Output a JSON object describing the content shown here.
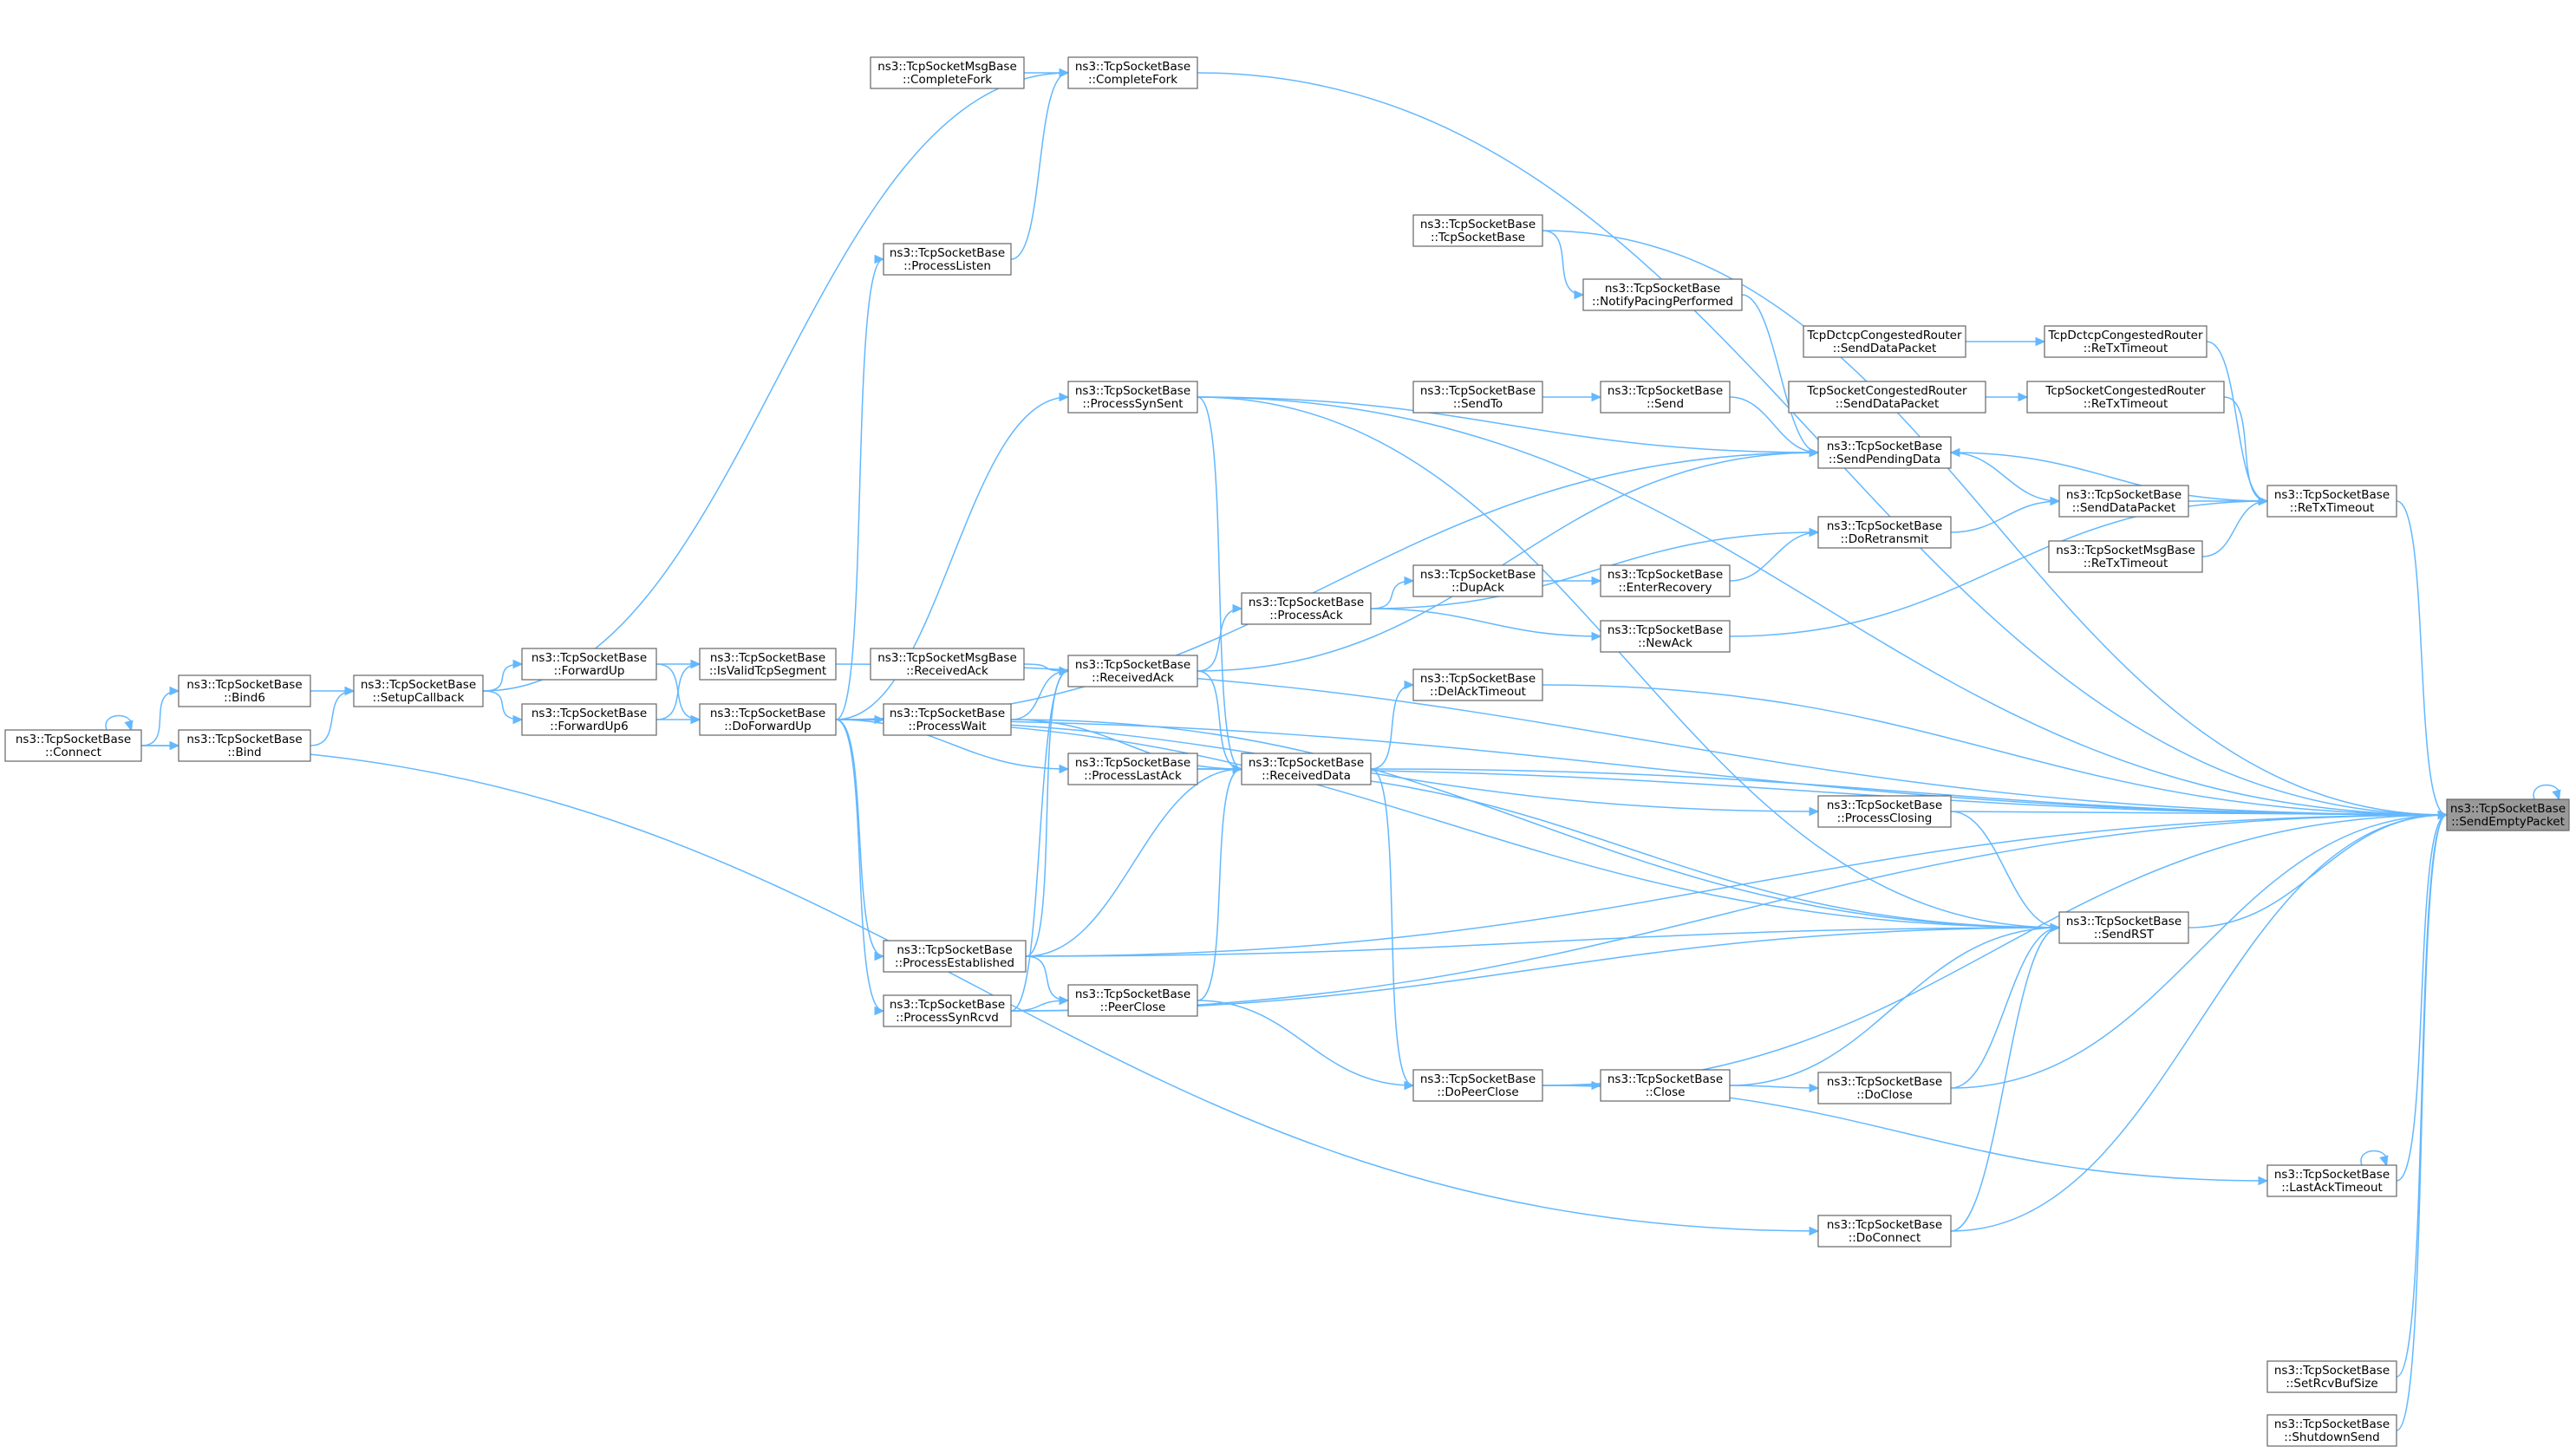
{
  "diagram": {
    "root": "n_root",
    "colors": {
      "edge": "#63b8ff",
      "node_border": "#666666",
      "root_fill": "#999999",
      "node_fill": "#ffffff"
    },
    "nodes": [
      {
        "id": "n_root",
        "lines": [
          "ns3::TcpSocketBase",
          "::SendEmptyPacket"
        ]
      },
      {
        "id": "n_connect",
        "lines": [
          "ns3::TcpSocketBase",
          "::Connect"
        ]
      },
      {
        "id": "n_bind6",
        "lines": [
          "ns3::TcpSocketBase",
          "::Bind6"
        ]
      },
      {
        "id": "n_bind",
        "lines": [
          "ns3::TcpSocketBase",
          "::Bind"
        ]
      },
      {
        "id": "n_setcb",
        "lines": [
          "ns3::TcpSocketBase",
          "::SetupCallback"
        ]
      },
      {
        "id": "n_fwdup",
        "lines": [
          "ns3::TcpSocketBase",
          "::ForwardUp"
        ]
      },
      {
        "id": "n_fwdup6",
        "lines": [
          "ns3::TcpSocketBase",
          "::ForwardUp6"
        ]
      },
      {
        "id": "n_isvalid",
        "lines": [
          "ns3::TcpSocketBase",
          "::IsValidTcpSegment"
        ]
      },
      {
        "id": "n_dofwd",
        "lines": [
          "ns3::TcpSocketBase",
          "::DoForwardUp"
        ]
      },
      {
        "id": "n_msgfork",
        "lines": [
          "ns3::TcpSocketMsgBase",
          "::CompleteFork"
        ]
      },
      {
        "id": "n_fork",
        "lines": [
          "ns3::TcpSocketBase",
          "::CompleteFork"
        ]
      },
      {
        "id": "n_listen",
        "lines": [
          "ns3::TcpSocketBase",
          "::ProcessListen"
        ]
      },
      {
        "id": "n_synsent",
        "lines": [
          "ns3::TcpSocketBase",
          "::ProcessSynSent"
        ]
      },
      {
        "id": "n_msgrecack",
        "lines": [
          "ns3::TcpSocketMsgBase",
          "::ReceivedAck"
        ]
      },
      {
        "id": "n_wait",
        "lines": [
          "ns3::TcpSocketBase",
          "::ProcessWait"
        ]
      },
      {
        "id": "n_est",
        "lines": [
          "ns3::TcpSocketBase",
          "::ProcessEstablished"
        ]
      },
      {
        "id": "n_synrcvd",
        "lines": [
          "ns3::TcpSocketBase",
          "::ProcessSynRcvd"
        ]
      },
      {
        "id": "n_recack",
        "lines": [
          "ns3::TcpSocketBase",
          "::ReceivedAck"
        ]
      },
      {
        "id": "n_lastack",
        "lines": [
          "ns3::TcpSocketBase",
          "::ProcessLastAck"
        ]
      },
      {
        "id": "n_peerclose",
        "lines": [
          "ns3::TcpSocketBase",
          "::PeerClose"
        ]
      },
      {
        "id": "n_tsb",
        "lines": [
          "ns3::TcpSocketBase",
          "::TcpSocketBase"
        ]
      },
      {
        "id": "n_sendto",
        "lines": [
          "ns3::TcpSocketBase",
          "::SendTo"
        ]
      },
      {
        "id": "n_procack",
        "lines": [
          "ns3::TcpSocketBase",
          "::ProcessAck"
        ]
      },
      {
        "id": "n_recdata",
        "lines": [
          "ns3::TcpSocketBase",
          "::ReceivedData"
        ]
      },
      {
        "id": "n_dupack",
        "lines": [
          "ns3::TcpSocketBase",
          "::DupAck"
        ]
      },
      {
        "id": "n_delack",
        "lines": [
          "ns3::TcpSocketBase",
          "::DelAckTimeout"
        ]
      },
      {
        "id": "n_doPeerClose",
        "lines": [
          "ns3::TcpSocketBase",
          "::DoPeerClose"
        ]
      },
      {
        "id": "n_pacing",
        "lines": [
          "ns3::TcpSocketBase",
          "::NotifyPacingPerformed"
        ]
      },
      {
        "id": "n_send",
        "lines": [
          "ns3::TcpSocketBase",
          "::Send"
        ]
      },
      {
        "id": "n_enterrec",
        "lines": [
          "ns3::TcpSocketBase",
          "::EnterRecovery"
        ]
      },
      {
        "id": "n_newack",
        "lines": [
          "ns3::TcpSocketBase",
          "::NewAck"
        ]
      },
      {
        "id": "n_close",
        "lines": [
          "ns3::TcpSocketBase",
          "::Close"
        ]
      },
      {
        "id": "n_dctcp_sdp",
        "lines": [
          "TcpDctcpCongestedRouter",
          "::SendDataPacket"
        ]
      },
      {
        "id": "n_cong_sdp",
        "lines": [
          "TcpSocketCongestedRouter",
          "::SendDataPacket"
        ]
      },
      {
        "id": "n_sendpend",
        "lines": [
          "ns3::TcpSocketBase",
          "::SendPendingData"
        ]
      },
      {
        "id": "n_doretrans",
        "lines": [
          "ns3::TcpSocketBase",
          "::DoRetransmit"
        ]
      },
      {
        "id": "n_procclosing",
        "lines": [
          "ns3::TcpSocketBase",
          "::ProcessClosing"
        ]
      },
      {
        "id": "n_doclose",
        "lines": [
          "ns3::TcpSocketBase",
          "::DoClose"
        ]
      },
      {
        "id": "n_doconnect",
        "lines": [
          "ns3::TcpSocketBase",
          "::DoConnect"
        ]
      },
      {
        "id": "n_dctcp_rtx",
        "lines": [
          "TcpDctcpCongestedRouter",
          "::ReTxTimeout"
        ]
      },
      {
        "id": "n_cong_rtx",
        "lines": [
          "TcpSocketCongestedRouter",
          "::ReTxTimeout"
        ]
      },
      {
        "id": "n_sdp",
        "lines": [
          "ns3::TcpSocketBase",
          "::SendDataPacket"
        ]
      },
      {
        "id": "n_msg_rtx",
        "lines": [
          "ns3::TcpSocketMsgBase",
          "::ReTxTimeout"
        ]
      },
      {
        "id": "n_sendrst",
        "lines": [
          "ns3::TcpSocketBase",
          "::SendRST"
        ]
      },
      {
        "id": "n_rtx",
        "lines": [
          "ns3::TcpSocketBase",
          "::ReTxTimeout"
        ]
      },
      {
        "id": "n_lastacktimeout",
        "lines": [
          "ns3::TcpSocketBase",
          "::LastAckTimeout"
        ]
      },
      {
        "id": "n_setrcvbuf",
        "lines": [
          "ns3::TcpSocketBase",
          "::SetRcvBufSize"
        ]
      },
      {
        "id": "n_shutdown",
        "lines": [
          "ns3::TcpSocketBase",
          "::ShutdownSend"
        ]
      }
    ],
    "edges": [
      [
        "n_root",
        "n_root"
      ],
      [
        "n_root",
        "n_fork"
      ],
      [
        "n_root",
        "n_tsb"
      ],
      [
        "n_root",
        "n_isvalid"
      ],
      [
        "n_root",
        "n_synsent"
      ],
      [
        "n_root",
        "n_recdata"
      ],
      [
        "n_root",
        "n_lastack"
      ],
      [
        "n_root",
        "n_procclosing"
      ],
      [
        "n_root",
        "n_sendrst"
      ],
      [
        "n_root",
        "n_doclose"
      ],
      [
        "n_root",
        "n_doPeerClose"
      ],
      [
        "n_root",
        "n_doconnect"
      ],
      [
        "n_root",
        "n_est"
      ],
      [
        "n_root",
        "n_synrcvd"
      ],
      [
        "n_root",
        "n_rtx"
      ],
      [
        "n_root",
        "n_lastacktimeout"
      ],
      [
        "n_root",
        "n_setrcvbuf"
      ],
      [
        "n_root",
        "n_shutdown"
      ],
      [
        "n_root",
        "n_delack"
      ],
      [
        "n_root",
        "n_dofwd"
      ],
      [
        "n_fork",
        "n_msgfork"
      ],
      [
        "n_fork",
        "n_setcb"
      ],
      [
        "n_fork",
        "n_listen"
      ],
      [
        "n_setcb",
        "n_bind6"
      ],
      [
        "n_setcb",
        "n_bind"
      ],
      [
        "n_bind6",
        "n_connect"
      ],
      [
        "n_bind",
        "n_connect"
      ],
      [
        "n_connect",
        "n_connect"
      ],
      [
        "n_fwdup",
        "n_setcb"
      ],
      [
        "n_fwdup6",
        "n_setcb"
      ],
      [
        "n_isvalid",
        "n_fwdup"
      ],
      [
        "n_isvalid",
        "n_fwdup6"
      ],
      [
        "n_dofwd",
        "n_fwdup"
      ],
      [
        "n_dofwd",
        "n_fwdup6"
      ],
      [
        "n_listen",
        "n_dofwd"
      ],
      [
        "n_synsent",
        "n_dofwd"
      ],
      [
        "n_wait",
        "n_dofwd"
      ],
      [
        "n_est",
        "n_dofwd"
      ],
      [
        "n_synrcvd",
        "n_dofwd"
      ],
      [
        "n_lastack",
        "n_dofwd"
      ],
      [
        "n_procclosing",
        "n_dofwd"
      ],
      [
        "n_sendpend",
        "n_dofwd"
      ],
      [
        "n_recack",
        "n_msgrecack"
      ],
      [
        "n_recack",
        "n_wait"
      ],
      [
        "n_recack",
        "n_est"
      ],
      [
        "n_recack",
        "n_synrcvd"
      ],
      [
        "n_recdata",
        "n_recack"
      ],
      [
        "n_recdata",
        "n_wait"
      ],
      [
        "n_recdata",
        "n_lastack"
      ],
      [
        "n_recdata",
        "n_est"
      ],
      [
        "n_recdata",
        "n_peerclose"
      ],
      [
        "n_recdata",
        "n_synsent"
      ],
      [
        "n_peerclose",
        "n_est"
      ],
      [
        "n_peerclose",
        "n_synrcvd"
      ],
      [
        "n_procack",
        "n_recack"
      ],
      [
        "n_dupack",
        "n_procack"
      ],
      [
        "n_enterrec",
        "n_dupack"
      ],
      [
        "n_newack",
        "n_procack"
      ],
      [
        "n_delack",
        "n_recdata"
      ],
      [
        "n_doPeerClose",
        "n_recdata"
      ],
      [
        "n_doPeerClose",
        "n_peerclose"
      ],
      [
        "n_pacing",
        "n_tsb"
      ],
      [
        "n_send",
        "n_sendto"
      ],
      [
        "n_close",
        "n_doPeerClose"
      ],
      [
        "n_doclose",
        "n_close"
      ],
      [
        "n_sendpend",
        "n_pacing"
      ],
      [
        "n_sendpend",
        "n_send"
      ],
      [
        "n_sendpend",
        "n_synsent"
      ],
      [
        "n_sendpend",
        "n_recack"
      ],
      [
        "n_sendpend",
        "n_rtx"
      ],
      [
        "n_doretrans",
        "n_enterrec"
      ],
      [
        "n_doretrans",
        "n_procack"
      ],
      [
        "n_sdp",
        "n_sendpend"
      ],
      [
        "n_sdp",
        "n_doretrans"
      ],
      [
        "n_dctcp_rtx",
        "n_dctcp_sdp"
      ],
      [
        "n_cong_rtx",
        "n_cong_sdp"
      ],
      [
        "n_rtx",
        "n_sdp"
      ],
      [
        "n_rtx",
        "n_dctcp_rtx"
      ],
      [
        "n_rtx",
        "n_cong_rtx"
      ],
      [
        "n_rtx",
        "n_msg_rtx"
      ],
      [
        "n_rtx",
        "n_newack"
      ],
      [
        "n_lastacktimeout",
        "n_lastacktimeout"
      ],
      [
        "n_lastacktimeout",
        "n_doPeerClose"
      ],
      [
        "n_sendrst",
        "n_synsent"
      ],
      [
        "n_sendrst",
        "n_procclosing"
      ],
      [
        "n_sendrst",
        "n_est"
      ],
      [
        "n_sendrst",
        "n_synrcvd"
      ],
      [
        "n_sendrst",
        "n_close"
      ],
      [
        "n_sendrst",
        "n_doclose"
      ],
      [
        "n_sendrst",
        "n_doconnect"
      ],
      [
        "n_sendrst",
        "n_dofwd"
      ],
      [
        "n_sendrst",
        "n_lastack"
      ],
      [
        "n_sendrst",
        "n_wait"
      ],
      [
        "n_doconnect",
        "n_connect"
      ]
    ]
  }
}
